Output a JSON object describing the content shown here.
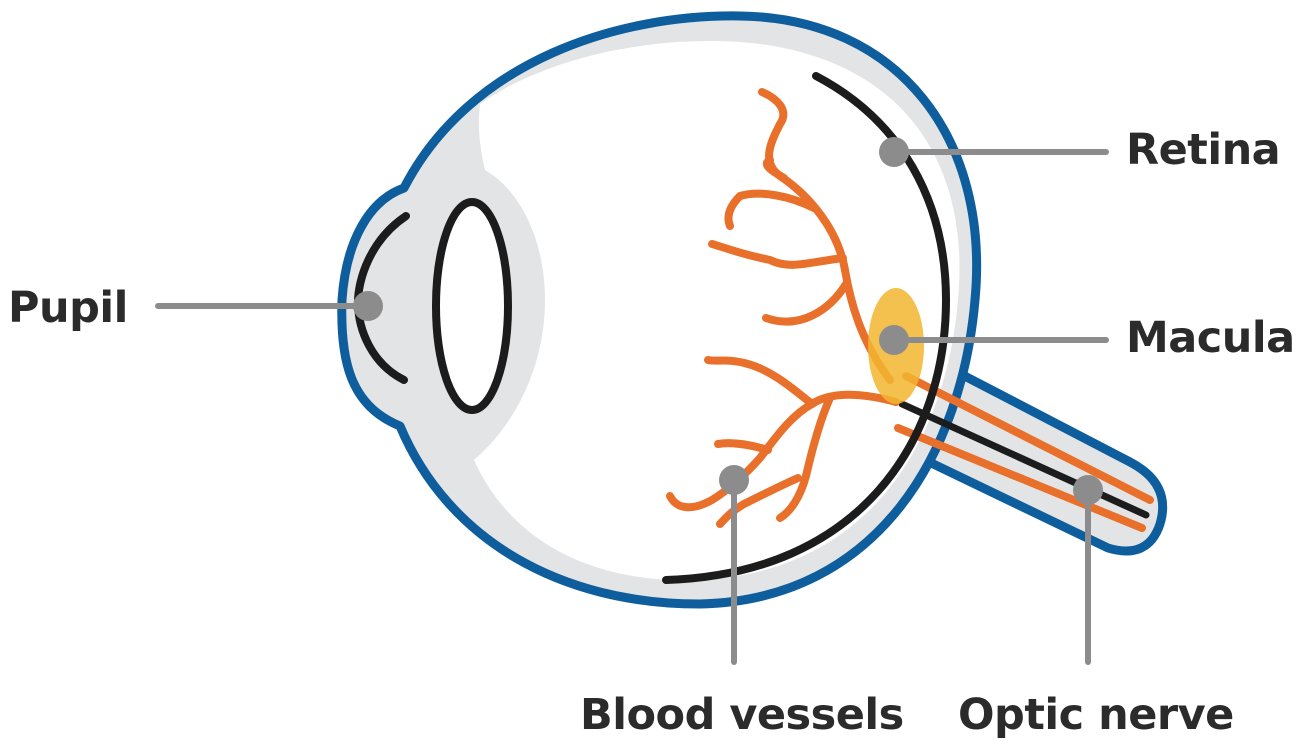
{
  "labels": {
    "retina": "Retina",
    "pupil": "Pupil",
    "macula": "Macula",
    "blood_vessels": "Blood vessels",
    "optic_nerve": "Optic nerve"
  },
  "colors": {
    "sclera_outline": "#0e5d9c",
    "inner_fill": "#e3e4e6",
    "retina_line": "#1c1c1c",
    "vessels": "#e8702a",
    "macula": "#f2b630",
    "leader": "#8c8c8c",
    "text": "#2b2b2b"
  }
}
